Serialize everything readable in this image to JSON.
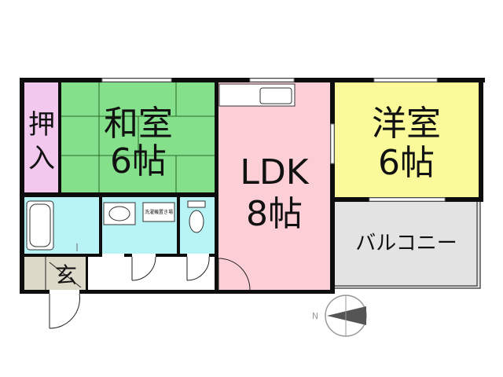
{
  "rooms": {
    "oshiire": {
      "line1": "押",
      "line2": "入",
      "fill": "#f2c8ee"
    },
    "washitsu": {
      "name": "和室",
      "size": "6帖",
      "fill": "#84e08a"
    },
    "ldk": {
      "name": "LDK",
      "size": "8帖",
      "fill": "#fbcfd5"
    },
    "youshitsu": {
      "name": "洋室",
      "size": "6帖",
      "fill": "#fafa9a"
    },
    "balcony": {
      "name": "バルコニー",
      "fill": "#e3e3e3"
    },
    "genkan": {
      "name": "玄",
      "fill": "#ddd9c9"
    },
    "bath": {
      "fill": "#b8f3f6"
    },
    "washroom": {
      "fill": "#b8f3f6",
      "appliance_label": "洗濯機置き場"
    },
    "toilet": {
      "fill": "#b8f3f6"
    }
  },
  "compass": {
    "label": "N"
  },
  "colors": {
    "wall": "#0d0d0d",
    "fixture_line": "#555555"
  }
}
